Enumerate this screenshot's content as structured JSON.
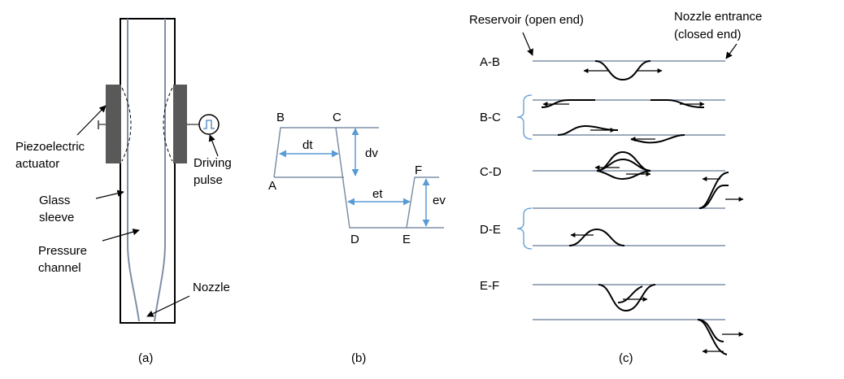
{
  "colors": {
    "line": "#7f8fa6",
    "arrow": "#5b9bd5",
    "actuator": "#595959",
    "ink": "#000000",
    "pulse": "#4a7fc1"
  },
  "panel_a": {
    "caption": "(a)",
    "labels": {
      "piezo_line1": "Piezoelectric",
      "piezo_line2": "actuator",
      "glass_line1": "Glass",
      "glass_line2": "sleeve",
      "pressure_line1": "Pressure",
      "pressure_line2": "channel",
      "nozzle": "Nozzle",
      "driving_line1": "Driving",
      "driving_line2": "pulse"
    }
  },
  "panel_b": {
    "caption": "(b)",
    "points": [
      "A",
      "B",
      "C",
      "D",
      "E",
      "F"
    ],
    "dims": {
      "dt": "dt",
      "dv": "dv",
      "et": "et",
      "ev": "ev"
    }
  },
  "panel_c": {
    "caption": "(c)",
    "reservoir": "Reservoir (open end)",
    "nozzle_entrance_line1": "Nozzle entrance",
    "nozzle_entrance_line2": "(closed end)",
    "stages": [
      "A-B",
      "B-C",
      "C-D",
      "D-E",
      "E-F"
    ]
  }
}
